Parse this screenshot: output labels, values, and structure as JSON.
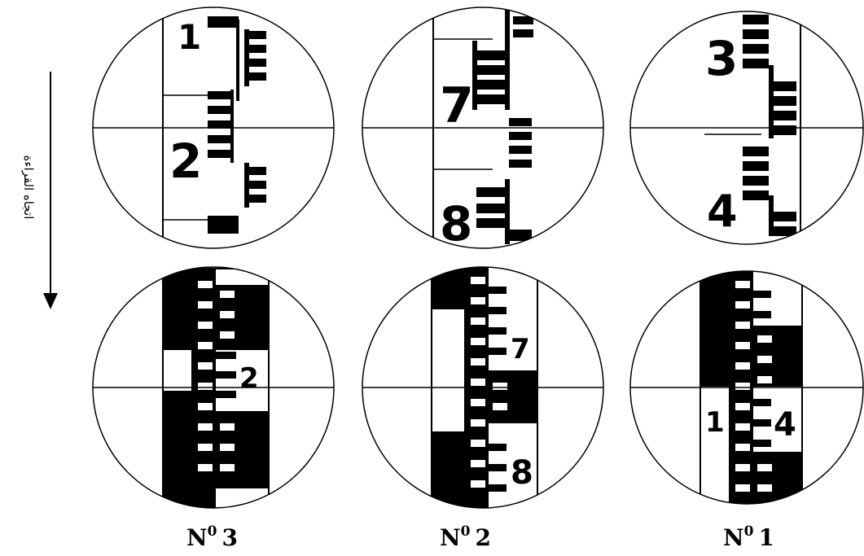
{
  "direction_label": "اتجاه القراءة",
  "captions": [
    {
      "prefix": "N",
      "sup": "0",
      "number": "3"
    },
    {
      "prefix": "N",
      "sup": "0",
      "number": "2"
    },
    {
      "prefix": "N",
      "sup": "0",
      "number": "1"
    }
  ],
  "top_row": [
    {
      "labels": [
        "1",
        "2"
      ]
    },
    {
      "labels": [
        "7",
        "8"
      ]
    },
    {
      "labels": [
        "3",
        "4"
      ]
    }
  ],
  "bottom_row": [
    {
      "labels": [
        "2"
      ]
    },
    {
      "labels": [
        "7",
        "8"
      ]
    },
    {
      "labels": [
        "1",
        "4"
      ]
    }
  ]
}
